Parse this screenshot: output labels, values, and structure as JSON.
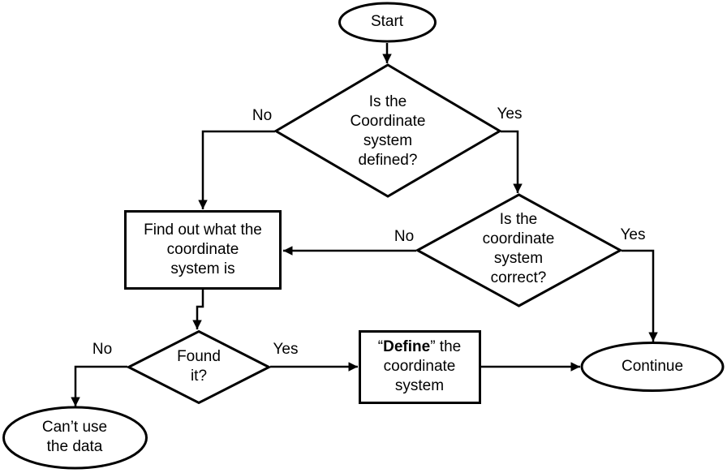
{
  "diagram": {
    "type": "flowchart",
    "colors": {
      "stroke": "#000000",
      "fill": "#ffffff",
      "text": "#000000"
    },
    "nodes": {
      "start": {
        "shape": "terminator",
        "label": "Start"
      },
      "defined": {
        "shape": "decision",
        "label": "Is the\nCoordinate\nsystem\ndefined?"
      },
      "correct": {
        "shape": "decision",
        "label": "Is the\ncoordinate\nsystem\ncorrect?"
      },
      "find_out": {
        "shape": "process",
        "label": "Find out what the\ncoordinate\nsystem is"
      },
      "found_it": {
        "shape": "decision",
        "label": "Found\nit?"
      },
      "define": {
        "shape": "process",
        "quote_open": "“",
        "bold_word": "Define",
        "after_bold": "” the\ncoordinate\nsystem"
      },
      "continue": {
        "shape": "terminator",
        "label": "Continue"
      },
      "cant_use": {
        "shape": "terminator",
        "label": "Can’t use\nthe data"
      }
    },
    "edge_labels": {
      "defined_no": "No",
      "defined_yes": "Yes",
      "correct_no": "No",
      "correct_yes": "Yes",
      "found_no": "No",
      "found_yes": "Yes"
    }
  }
}
